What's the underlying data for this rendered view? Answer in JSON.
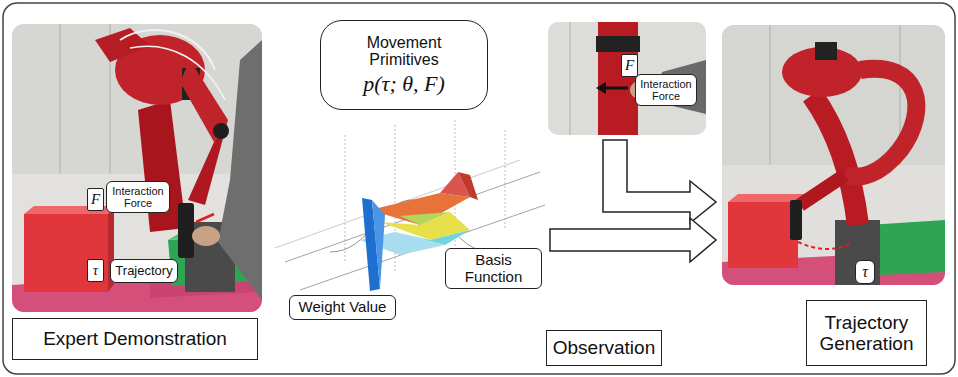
{
  "diagram": {
    "nodes": [
      {
        "text": [
          "F"
        ]
      },
      {
        "text": [
          "Interaction Force"
        ]
      },
      {
        "text": [
          "τ"
        ]
      },
      {
        "text": [
          "Trajectory"
        ]
      },
      {
        "text": [
          "Expert Demonstration"
        ]
      },
      {
        "text": [
          "Movement Primitives",
          "p(τ; θ, F)"
        ]
      },
      {
        "text": [
          "Basis Function"
        ]
      },
      {
        "text": [
          "Weight Value"
        ]
      },
      {
        "text": [
          "F"
        ]
      },
      {
        "text": [
          "Interaction Force"
        ]
      },
      {
        "text": [
          "Observation"
        ]
      },
      {
        "text": [
          "τ"
        ]
      },
      {
        "text": [
          "Trajectory Generation"
        ]
      }
    ]
  }
}
